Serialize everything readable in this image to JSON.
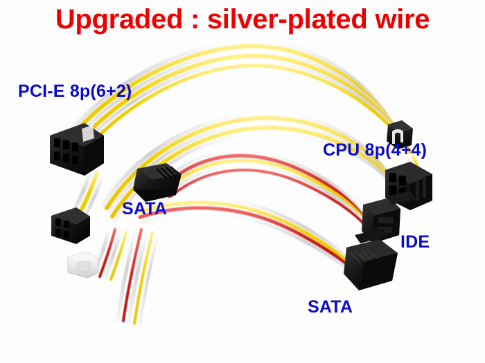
{
  "image": {
    "background_color": "#fdfdfd",
    "title": {
      "text": "Upgraded : silver-plated wire",
      "color": "#ee0000"
    },
    "label_color": "#0b0bc8",
    "labels": [
      {
        "id": "pcie",
        "text": "PCI-E 8p(6+2)"
      },
      {
        "id": "cpu",
        "text": "CPU 8p(4+4)"
      },
      {
        "id": "sata1",
        "text": "SATA"
      },
      {
        "id": "ide",
        "text": "IDE"
      },
      {
        "id": "sata2",
        "text": "SATA"
      }
    ],
    "wire_colors": {
      "yellow": "#f2d200",
      "silver": "#dcdcdc",
      "red": "#d21f1f",
      "white": "#f0f0f0",
      "connector_black": "#1c1c1c"
    }
  }
}
